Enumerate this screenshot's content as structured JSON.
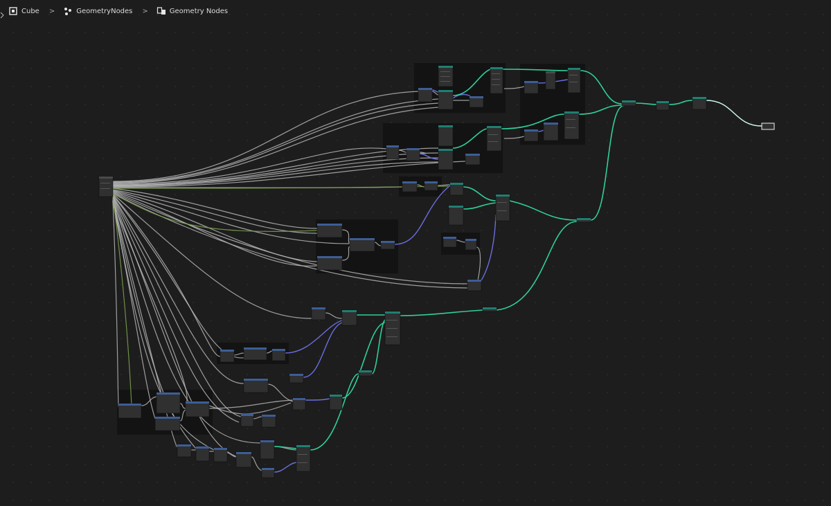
{
  "breadcrumb": {
    "items": [
      {
        "label": "Cube",
        "icon": "object-cube-icon"
      },
      {
        "label": "GeometryNodes",
        "icon": "geometry-nodes-modifier-icon"
      },
      {
        "label": "Geometry Nodes",
        "icon": "node-tree-icon"
      }
    ],
    "separator": ">"
  },
  "colors": {
    "background": "#1d1d1d",
    "wire_grey": "#bdbdbd",
    "wire_geometry": "#2fd19a",
    "wire_vector": "#6b6ee0",
    "wire_float": "#7ea450",
    "node_header_teal": "#1f7f73",
    "node_header_blue": "#3c5e96"
  }
}
